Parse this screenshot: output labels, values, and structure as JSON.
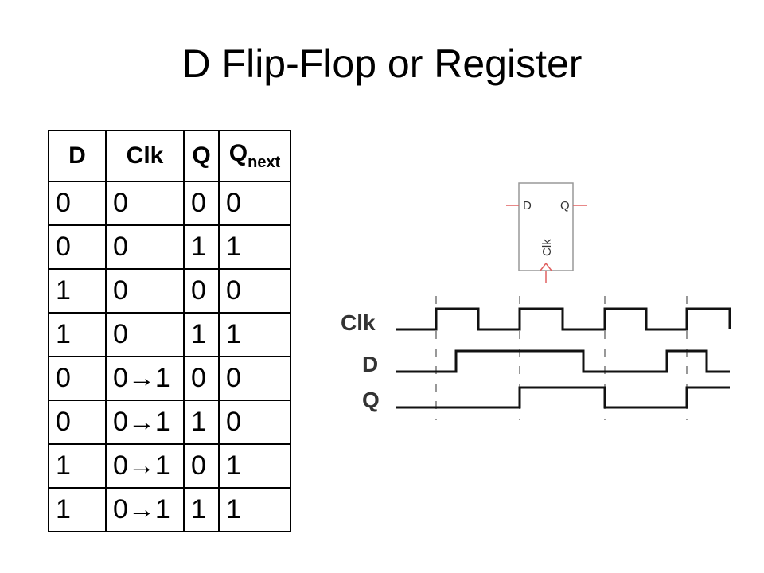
{
  "title": "D Flip-Flop or Register",
  "table": {
    "headers": [
      "D",
      "Clk",
      "Q",
      "Q",
      "next"
    ],
    "rows": [
      [
        "0",
        "0",
        "0",
        "0"
      ],
      [
        "0",
        "0",
        "1",
        "1"
      ],
      [
        "1",
        "0",
        "0",
        "0"
      ],
      [
        "1",
        "0",
        "1",
        "1"
      ],
      [
        "0",
        "0→1",
        "0",
        "0"
      ],
      [
        "0",
        "0→1",
        "1",
        "0"
      ],
      [
        "1",
        "0→1",
        "0",
        "1"
      ],
      [
        "1",
        "0→1",
        "1",
        "1"
      ]
    ]
  },
  "flipflop": {
    "pin_d": "D",
    "pin_q": "Q",
    "pin_clk": "Clk",
    "accent_color": "#e06060"
  },
  "timing": {
    "labels": [
      "Clk",
      "D",
      "Q"
    ]
  }
}
